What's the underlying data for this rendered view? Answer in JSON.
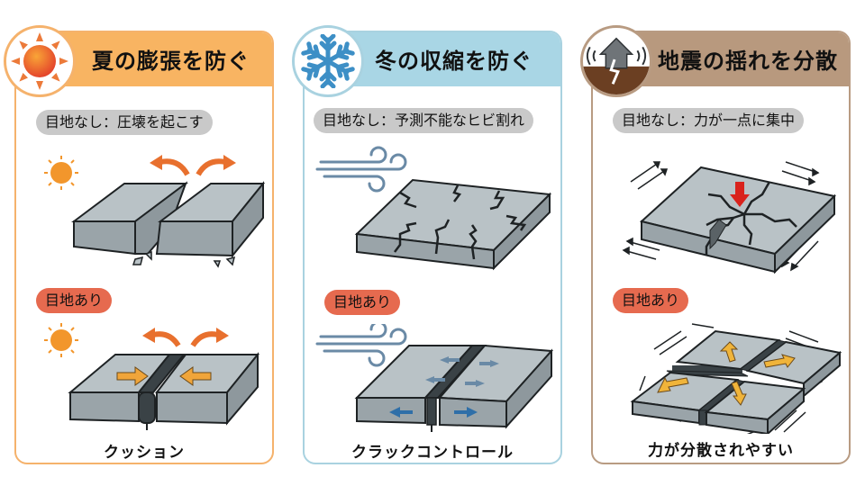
{
  "panels": [
    {
      "id": "summer",
      "title": "夏の膨張を防ぐ",
      "icon": "sun-icon",
      "header_color": "#f8b462",
      "border_color": "#f5b26c",
      "without_joint": {
        "label": "目地なし：圧壊を起こす",
        "illustration": "two-slabs-crushed-edges"
      },
      "with_joint": {
        "label": "目地あり",
        "illustration": "two-slabs-with-cushion",
        "caption": "クッション"
      }
    },
    {
      "id": "winter",
      "title": "冬の収縮を防ぐ",
      "icon": "snowflake-icon",
      "header_color": "#a9d6e5",
      "border_color": "#a9d2e0",
      "without_joint": {
        "label": "目地なし：予測不能なヒビ割れ",
        "illustration": "slab-random-cracks"
      },
      "with_joint": {
        "label": "目地あり",
        "illustration": "two-slabs-crack-control-joint",
        "caption": "クラックコントロール"
      }
    },
    {
      "id": "earthquake",
      "title": "地震の揺れを分散",
      "icon": "earthquake-house-icon",
      "header_color": "#b8997e",
      "border_color": "#b89b82",
      "without_joint": {
        "label": "目地なし：力が一点に集中",
        "illustration": "slab-concentrated-crack"
      },
      "with_joint": {
        "label": "目地あり",
        "illustration": "four-slabs-dispersed-force",
        "caption": "力が分散されやすい"
      }
    }
  ],
  "colors": {
    "slab_top": "#b9c2c6",
    "slab_side": "#9aa4a9",
    "outline": "#1e2224",
    "orange_arrow": "#e8702e",
    "yellow_arrow": "#f0b43a",
    "blue_arrow": "#2f6fa8",
    "red_arrow": "#d9221c",
    "pill_gray": "#c9c9c9",
    "pill_red": "#e66a4f"
  }
}
